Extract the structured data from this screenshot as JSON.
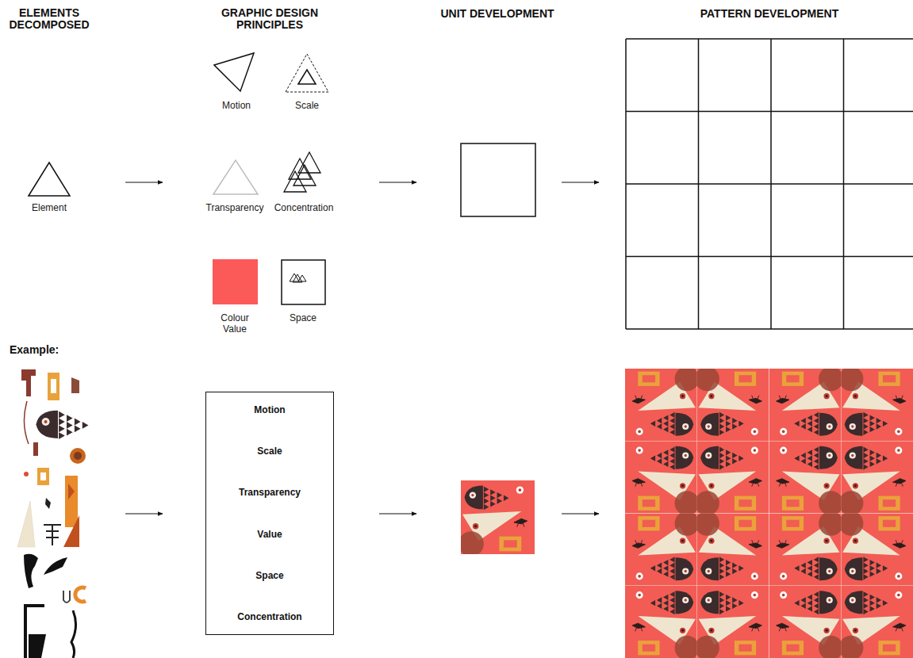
{
  "diagram": {
    "nodes": [
      {
        "text": [
          "Element"
        ]
      },
      {
        "text": [
          "Motion"
        ]
      },
      {
        "text": [
          "Scale"
        ]
      },
      {
        "text": [
          "Transparency"
        ]
      },
      {
        "text": [
          "Concentration"
        ]
      },
      {
        "text": [
          "Colour Value"
        ]
      },
      {
        "text": [
          "Space"
        ]
      },
      {
        "text": [
          "Motion",
          "Scale",
          "Transparency",
          "Value",
          "Space",
          "Concentration"
        ]
      }
    ],
    "labels": [
      "ELEMENTS DECOMPOSED",
      "GRAPHIC DESIGN PRINCIPLES",
      "UNIT DEVELOPMENT",
      "PATTERN DEVELOPMENT",
      "Example:"
    ]
  }
}
